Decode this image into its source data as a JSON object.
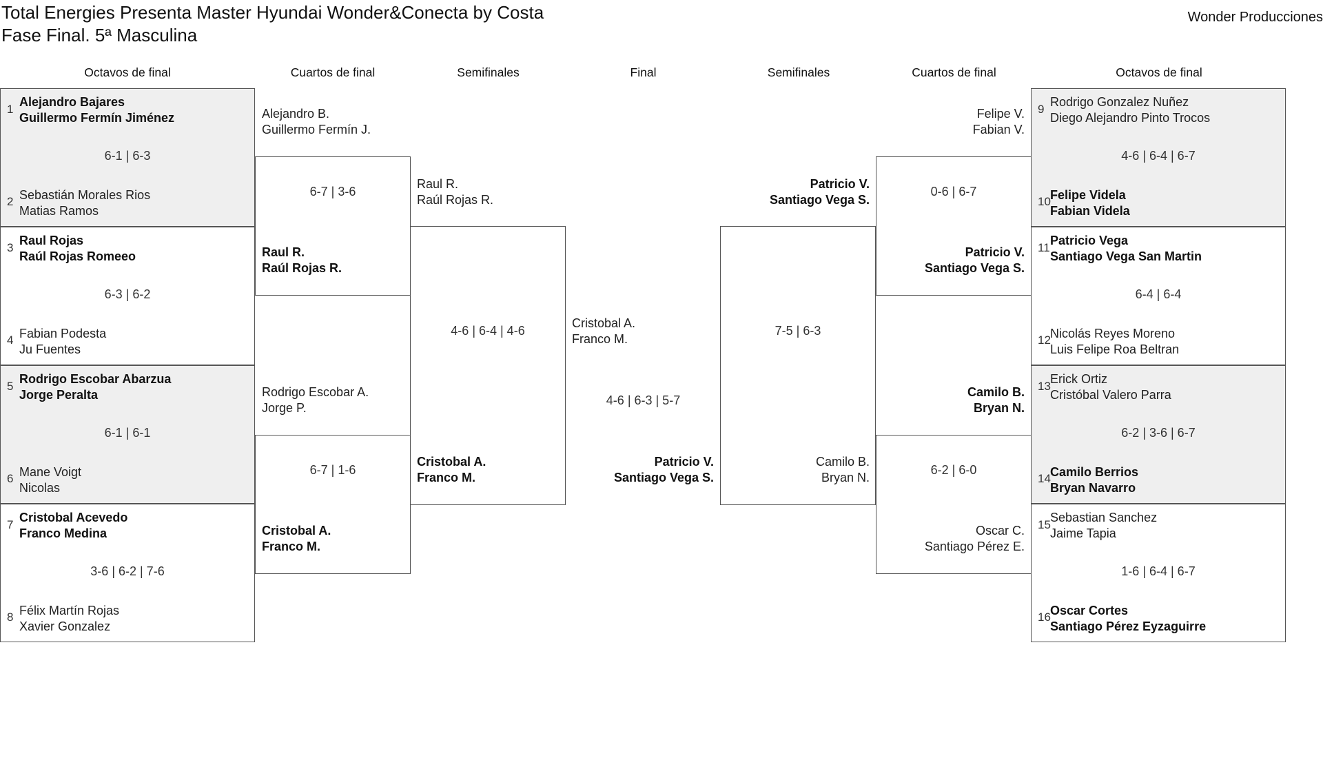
{
  "header": {
    "title_line1": "Total Energies Presenta Master Hyundai Wonder&Conecta by Costa",
    "title_line2": "Fase Final. 5ª Masculina",
    "organizer": "Wonder Producciones"
  },
  "columns": {
    "left": [
      "Octavos de final",
      "Cuartos de final",
      "Semifinales"
    ],
    "center": "Final",
    "right": [
      "Semifinales",
      "Cuartos de final",
      "Octavos de final"
    ]
  },
  "round_of_16": [
    {
      "top": {
        "seed": "1",
        "line1": "Alejandro Bajares",
        "line2": "Guillermo Fermín Jiménez",
        "winner": true
      },
      "bottom": {
        "seed": "2",
        "line1": "Sebastián Morales Rios",
        "line2": "Matias Ramos",
        "winner": false
      },
      "score": "6-1 | 6-3"
    },
    {
      "top": {
        "seed": "3",
        "line1": "Raul Rojas",
        "line2": "Raúl Rojas Romeeo",
        "winner": true
      },
      "bottom": {
        "seed": "4",
        "line1": "Fabian Podesta",
        "line2": "Ju Fuentes",
        "winner": false
      },
      "score": "6-3 | 6-2"
    },
    {
      "top": {
        "seed": "5",
        "line1": "Rodrigo Escobar Abarzua",
        "line2": "Jorge Peralta",
        "winner": true
      },
      "bottom": {
        "seed": "6",
        "line1": "Mane Voigt",
        "line2": "Nicolas",
        "winner": false
      },
      "score": "6-1 | 6-1"
    },
    {
      "top": {
        "seed": "7",
        "line1": "Cristobal Acevedo",
        "line2": "Franco Medina",
        "winner": true
      },
      "bottom": {
        "seed": "8",
        "line1": "Félix Martín Rojas",
        "line2": "Xavier Gonzalez",
        "winner": false
      },
      "score": "3-6 | 6-2 | 7-6"
    },
    {
      "top": {
        "seed": "9",
        "line1": "Rodrigo Gonzalez Nuñez",
        "line2": "Diego Alejandro Pinto Trocos",
        "winner": false
      },
      "bottom": {
        "seed": "10",
        "line1": "Felipe Videla",
        "line2": "Fabian Videla",
        "winner": true
      },
      "score": "4-6 | 6-4 | 6-7"
    },
    {
      "top": {
        "seed": "11",
        "line1": "Patricio Vega",
        "line2": "Santiago Vega San Martin",
        "winner": true
      },
      "bottom": {
        "seed": "12",
        "line1": "Nicolás Reyes Moreno",
        "line2": "Luis Felipe Roa Beltran",
        "winner": false
      },
      "score": "6-4 | 6-4"
    },
    {
      "top": {
        "seed": "13",
        "line1": "Erick Ortiz",
        "line2": "Cristóbal Valero Parra",
        "winner": false
      },
      "bottom": {
        "seed": "14",
        "line1": "Camilo Berrios",
        "line2": "Bryan Navarro",
        "winner": true
      },
      "score": "6-2 | 3-6 | 6-7"
    },
    {
      "top": {
        "seed": "15",
        "line1": "Sebastian Sanchez",
        "line2": "Jaime Tapia",
        "winner": false
      },
      "bottom": {
        "seed": "16",
        "line1": "Oscar Cortes",
        "line2": "Santiago Pérez Eyzaguirre",
        "winner": true
      },
      "score": "1-6 | 6-4 | 6-7"
    }
  ],
  "quarterfinals": [
    {
      "top": {
        "line1": "Alejandro B.",
        "line2": "Guillermo Fermín J.",
        "winner": false
      },
      "bottom": {
        "line1": "Raul R.",
        "line2": "Raúl Rojas R.",
        "winner": true
      },
      "score": "6-7 | 3-6"
    },
    {
      "top": {
        "line1": "Rodrigo Escobar A.",
        "line2": "Jorge P.",
        "winner": false
      },
      "bottom": {
        "line1": "Cristobal A.",
        "line2": "Franco M.",
        "winner": true
      },
      "score": "6-7 | 1-6"
    },
    {
      "top": {
        "line1": "Felipe V.",
        "line2": "Fabian V.",
        "winner": false
      },
      "bottom": {
        "line1": "Patricio V.",
        "line2": "Santiago Vega S.",
        "winner": true
      },
      "score": "0-6 | 6-7"
    },
    {
      "top": {
        "line1": "Camilo B.",
        "line2": "Bryan N.",
        "winner": true
      },
      "bottom": {
        "line1": "Oscar C.",
        "line2": "Santiago Pérez E.",
        "winner": false
      },
      "score": "6-2 | 6-0"
    }
  ],
  "semifinals": [
    {
      "top": {
        "line1": "Raul R.",
        "line2": "Raúl Rojas R.",
        "winner": false
      },
      "bottom": {
        "line1": "Cristobal A.",
        "line2": "Franco M.",
        "winner": true
      },
      "score": "4-6 | 6-4 | 4-6"
    },
    {
      "top": {
        "line1": "Patricio V.",
        "line2": "Santiago Vega S.",
        "winner": true
      },
      "bottom": {
        "line1": "Camilo B.",
        "line2": "Bryan N.",
        "winner": false
      },
      "score": "7-5 | 6-3"
    }
  ],
  "final": {
    "top": {
      "line1": "Cristobal A.",
      "line2": "Franco M.",
      "winner": false
    },
    "bottom": {
      "line1": "Patricio V.",
      "line2": "Santiago Vega S.",
      "winner": true
    },
    "score": "4-6 | 6-3 | 5-7"
  },
  "colors": {
    "border": "#555555",
    "shaded_background": "#efefef",
    "text": "#222222"
  }
}
